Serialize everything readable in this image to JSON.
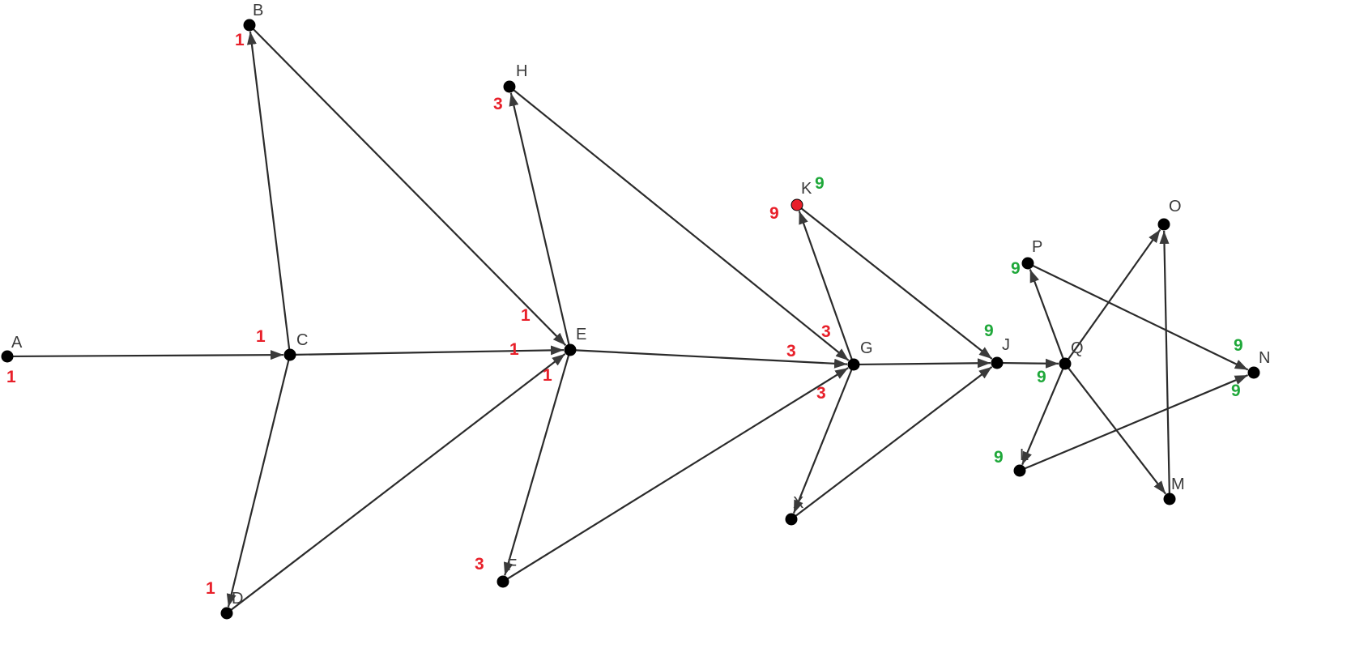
{
  "colors": {
    "node": "#000000",
    "highlight_node": "#e8202a",
    "edge": "#2b2b2b",
    "red_weight": "#e8202a",
    "green_weight": "#1fa83a"
  },
  "nodes": [
    {
      "id": "A",
      "label": "A"
    },
    {
      "id": "B",
      "label": "B"
    },
    {
      "id": "C",
      "label": "C"
    },
    {
      "id": "D",
      "label": "D"
    },
    {
      "id": "E",
      "label": "E"
    },
    {
      "id": "F",
      "label": "F"
    },
    {
      "id": "H",
      "label": "H"
    },
    {
      "id": "G",
      "label": "G"
    },
    {
      "id": "K",
      "label": "K",
      "highlight": true
    },
    {
      "id": "X",
      "label": "X"
    },
    {
      "id": "J",
      "label": "J"
    },
    {
      "id": "Q",
      "label": "Q"
    },
    {
      "id": "P",
      "label": "P"
    },
    {
      "id": "L",
      "label": "L"
    },
    {
      "id": "O",
      "label": "O"
    },
    {
      "id": "M",
      "label": "M"
    },
    {
      "id": "N",
      "label": "N"
    }
  ],
  "edges": [
    {
      "from": "A",
      "to": "C"
    },
    {
      "from": "C",
      "to": "B"
    },
    {
      "from": "C",
      "to": "E"
    },
    {
      "from": "B",
      "to": "E"
    },
    {
      "from": "C",
      "to": "D"
    },
    {
      "from": "D",
      "to": "E"
    },
    {
      "from": "E",
      "to": "H"
    },
    {
      "from": "E",
      "to": "F"
    },
    {
      "from": "E",
      "to": "G"
    },
    {
      "from": "H",
      "to": "G"
    },
    {
      "from": "F",
      "to": "G"
    },
    {
      "from": "G",
      "to": "K"
    },
    {
      "from": "G",
      "to": "X"
    },
    {
      "from": "G",
      "to": "J"
    },
    {
      "from": "K",
      "to": "J"
    },
    {
      "from": "X",
      "to": "J"
    },
    {
      "from": "J",
      "to": "Q"
    },
    {
      "from": "Q",
      "to": "P"
    },
    {
      "from": "Q",
      "to": "L"
    },
    {
      "from": "Q",
      "to": "O"
    },
    {
      "from": "Q",
      "to": "M"
    },
    {
      "from": "M",
      "to": "O"
    },
    {
      "from": "P",
      "to": "N"
    },
    {
      "from": "L",
      "to": "N"
    }
  ],
  "weights": [
    {
      "text": "1",
      "color": "red"
    },
    {
      "text": "1",
      "color": "red"
    },
    {
      "text": "1",
      "color": "red"
    },
    {
      "text": "1",
      "color": "red"
    },
    {
      "text": "1",
      "color": "red"
    },
    {
      "text": "1",
      "color": "red"
    },
    {
      "text": "1",
      "color": "red"
    },
    {
      "text": "3",
      "color": "red"
    },
    {
      "text": "3",
      "color": "red"
    },
    {
      "text": "3",
      "color": "red"
    },
    {
      "text": "3",
      "color": "red"
    },
    {
      "text": "3",
      "color": "red"
    },
    {
      "text": "9",
      "color": "red"
    },
    {
      "text": "9",
      "color": "green"
    },
    {
      "text": "9",
      "color": "green"
    },
    {
      "text": "9",
      "color": "green"
    },
    {
      "text": "9",
      "color": "green"
    },
    {
      "text": "9",
      "color": "green"
    },
    {
      "text": "9",
      "color": "green"
    },
    {
      "text": "9",
      "color": "green"
    }
  ]
}
